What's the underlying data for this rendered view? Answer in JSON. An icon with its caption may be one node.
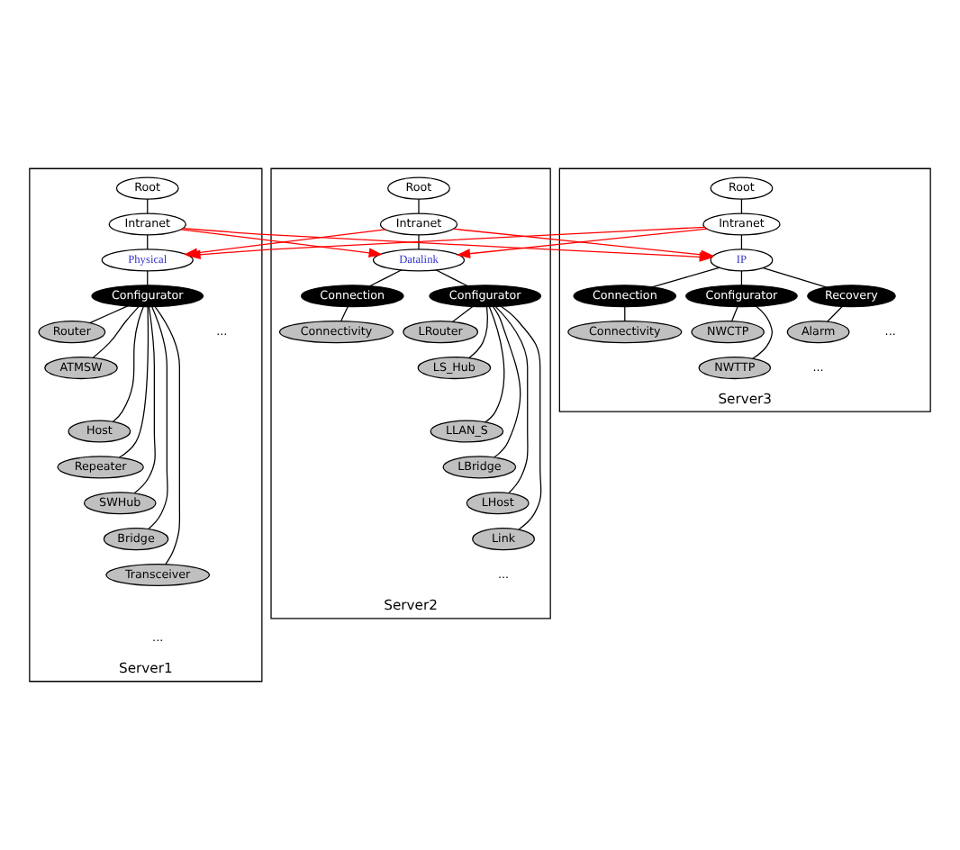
{
  "diagram": {
    "nodes": [
      {
        "text": [
          "Server1"
        ]
      },
      {
        "text": [
          "Root"
        ],
        "in": 0
      },
      {
        "text": [
          "Intranet"
        ],
        "in": 0
      },
      {
        "text": [
          "Physical"
        ],
        "in": 0
      },
      {
        "text": [
          "Configurator"
        ],
        "in": 0
      },
      {
        "text": [
          "Router"
        ],
        "in": 0
      },
      {
        "text": [
          "ATMSW"
        ],
        "in": 0
      },
      {
        "text": [
          "Host"
        ],
        "in": 0
      },
      {
        "text": [
          "Repeater"
        ],
        "in": 0
      },
      {
        "text": [
          "SWHub"
        ],
        "in": 0
      },
      {
        "text": [
          "Bridge"
        ],
        "in": 0
      },
      {
        "text": [
          "Transceiver"
        ],
        "in": 0
      },
      {
        "text": [
          "Server2"
        ]
      },
      {
        "text": [
          "Root"
        ],
        "in": 12
      },
      {
        "text": [
          "Intranet"
        ],
        "in": 12
      },
      {
        "text": [
          "Datalink"
        ],
        "in": 12
      },
      {
        "text": [
          "Connection"
        ],
        "in": 12
      },
      {
        "text": [
          "Connectivity"
        ],
        "in": 12
      },
      {
        "text": [
          "Configurator"
        ],
        "in": 12
      },
      {
        "text": [
          "LRouter"
        ],
        "in": 12
      },
      {
        "text": [
          "LS_Hub"
        ],
        "in": 12
      },
      {
        "text": [
          "LLAN_S"
        ],
        "in": 12
      },
      {
        "text": [
          "LBridge"
        ],
        "in": 12
      },
      {
        "text": [
          "LHost"
        ],
        "in": 12
      },
      {
        "text": [
          "Link"
        ],
        "in": 12
      },
      {
        "text": [
          "Server3"
        ]
      },
      {
        "text": [
          "Root"
        ],
        "in": 25
      },
      {
        "text": [
          "Intranet"
        ],
        "in": 25
      },
      {
        "text": [
          "IP"
        ],
        "in": 25
      },
      {
        "text": [
          "Connection"
        ],
        "in": 25
      },
      {
        "text": [
          "Connectivity"
        ],
        "in": 25
      },
      {
        "text": [
          "Configurator"
        ],
        "in": 25
      },
      {
        "text": [
          "NWCTP"
        ],
        "in": 25
      },
      {
        "text": [
          "NWTTP"
        ],
        "in": 25
      },
      {
        "text": [
          "Recovery"
        ],
        "in": 25
      },
      {
        "text": [
          "Alarm"
        ],
        "in": 25
      }
    ],
    "edges": [
      {
        "from": 1,
        "to": 2,
        "arrow": "none"
      },
      {
        "from": 2,
        "to": 3,
        "arrow": "none"
      },
      {
        "from": 3,
        "to": 4,
        "arrow": "none"
      },
      {
        "from": 4,
        "to": 5,
        "arrow": "none"
      },
      {
        "from": 4,
        "to": 6,
        "arrow": "none"
      },
      {
        "from": 4,
        "to": 7,
        "arrow": "none"
      },
      {
        "from": 4,
        "to": 8,
        "arrow": "none"
      },
      {
        "from": 4,
        "to": 9,
        "arrow": "none"
      },
      {
        "from": 4,
        "to": 10,
        "arrow": "none"
      },
      {
        "from": 4,
        "to": 11,
        "arrow": "none"
      },
      {
        "from": 13,
        "to": 14,
        "arrow": "none"
      },
      {
        "from": 14,
        "to": 15,
        "arrow": "none"
      },
      {
        "from": 15,
        "to": 16,
        "arrow": "none"
      },
      {
        "from": 16,
        "to": 17,
        "arrow": "none"
      },
      {
        "from": 15,
        "to": 18,
        "arrow": "none"
      },
      {
        "from": 18,
        "to": 19,
        "arrow": "none"
      },
      {
        "from": 18,
        "to": 20,
        "arrow": "none"
      },
      {
        "from": 18,
        "to": 21,
        "arrow": "none"
      },
      {
        "from": 18,
        "to": 22,
        "arrow": "none"
      },
      {
        "from": 18,
        "to": 23,
        "arrow": "none"
      },
      {
        "from": 18,
        "to": 24,
        "arrow": "none"
      },
      {
        "from": 26,
        "to": 27,
        "arrow": "none"
      },
      {
        "from": 27,
        "to": 28,
        "arrow": "none"
      },
      {
        "from": 28,
        "to": 29,
        "arrow": "none"
      },
      {
        "from": 29,
        "to": 30,
        "arrow": "none"
      },
      {
        "from": 28,
        "to": 31,
        "arrow": "none"
      },
      {
        "from": 31,
        "to": 32,
        "arrow": "none"
      },
      {
        "from": 31,
        "to": 33,
        "arrow": "none"
      },
      {
        "from": 28,
        "to": 34,
        "arrow": "none"
      },
      {
        "from": 34,
        "to": 35,
        "arrow": "none"
      },
      {
        "from": 2,
        "to": 15,
        "arrow": "to",
        "color": "#ff0000"
      },
      {
        "from": 2,
        "to": 28,
        "arrow": "to",
        "color": "#ff0000"
      },
      {
        "from": 14,
        "to": 3,
        "arrow": "to",
        "color": "#ff0000"
      },
      {
        "from": 14,
        "to": 28,
        "arrow": "to",
        "color": "#ff0000"
      },
      {
        "from": 27,
        "to": 3,
        "arrow": "to",
        "color": "#ff0000"
      },
      {
        "from": 27,
        "to": 15,
        "arrow": "to",
        "color": "#ff0000"
      }
    ],
    "labels": [
      "...",
      "...",
      "...",
      "...",
      "..."
    ]
  }
}
